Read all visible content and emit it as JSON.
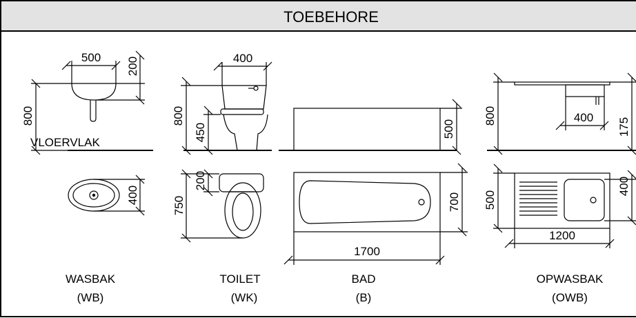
{
  "header": {
    "title": "TOEBEHORE"
  },
  "wasbak": {
    "dim_width": "500",
    "dim_depth": "200",
    "dim_height": "800",
    "floor_label": "VLOERVLAK",
    "plan_dim": "400",
    "name": "WASBAK",
    "code": "(WB)",
    "icon": "washbasin-icon"
  },
  "toilet": {
    "dim_width": "400",
    "dim_height": "800",
    "dim_seat": "450",
    "plan_depth": "750",
    "plan_cistern": "200",
    "name": "TOILET",
    "code": "(WK)",
    "icon": "toilet-icon"
  },
  "bad": {
    "dim_height": "500",
    "plan_width": "700",
    "plan_length": "1700",
    "name": "BAD",
    "code": "(B)",
    "icon": "bathtub-icon"
  },
  "opwasbak": {
    "dim_height": "800",
    "dim_bowl": "400",
    "dim_depth": "175",
    "plan_depth": "500",
    "plan_bowl": "400",
    "plan_length": "1200",
    "name": "OPWASBAK",
    "code": "(OWB)",
    "icon": "kitchen-sink-icon"
  },
  "colors": {
    "header_bg": "#e3e3e3",
    "stroke": "#000000"
  }
}
